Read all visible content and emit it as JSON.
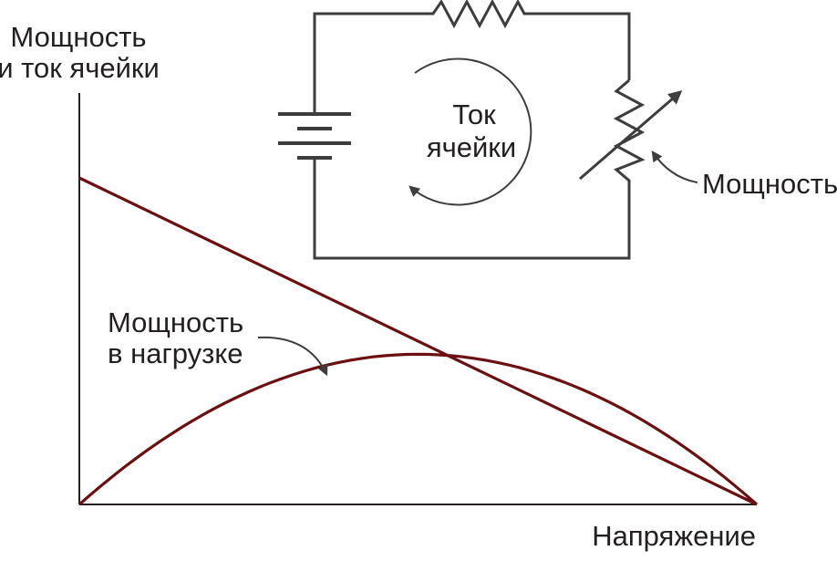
{
  "colors": {
    "curve": "#6b0f10",
    "axis": "#231f20",
    "circuit": "#3d3d3d",
    "background": "#ffffff"
  },
  "chart_data": {
    "type": "line",
    "title": "",
    "ylabel": [
      "Мощность",
      "и ток ячейки"
    ],
    "xlabel": "Напряжение",
    "xlim": [
      0,
      1
    ],
    "ylim": [
      0,
      1
    ],
    "grid": false,
    "series": [
      {
        "kind": "current",
        "x": [
          0,
          1
        ],
        "y": [
          1,
          0
        ]
      },
      {
        "name": "Мощность в нагрузке",
        "kind": "power",
        "x": [
          0,
          0.1,
          0.2,
          0.3,
          0.4,
          0.5,
          0.6,
          0.7,
          0.8,
          0.9,
          1.0
        ],
        "y": [
          0,
          0.1656,
          0.2944,
          0.3864,
          0.4416,
          0.46,
          0.4416,
          0.3864,
          0.2944,
          0.1656,
          0
        ]
      }
    ],
    "annotations": [
      {
        "lines": [
          "Мощность",
          "в нагрузке"
        ],
        "points_to": "power"
      }
    ]
  },
  "diagram": {
    "loop_label": [
      "Ток",
      "ячейки"
    ],
    "load_label": "Мощность",
    "icons": {
      "battery": "battery-icon",
      "resistor": "resistor-icon",
      "variable_load": "variable-resistor-icon",
      "current_arrow": "curved-arrow-icon"
    }
  }
}
